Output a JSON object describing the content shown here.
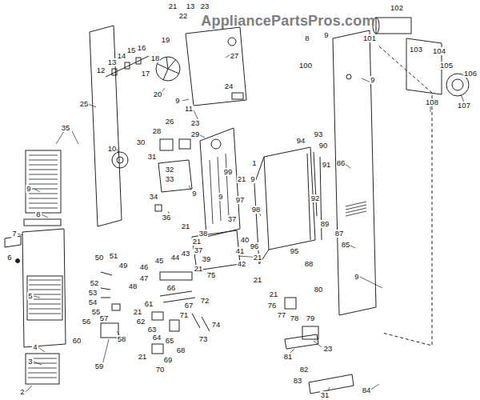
{
  "diagram": {
    "labels": [
      "AppliancePartsPros.com",
      "21",
      "22",
      "13",
      "23",
      "8",
      "9",
      "100",
      "101",
      "102",
      "103",
      "104",
      "105",
      "106",
      "107",
      "108",
      "9",
      "12",
      "13",
      "14",
      "15",
      "16",
      "17",
      "18",
      "19",
      "20",
      "9",
      "27",
      "24",
      "25",
      "10",
      "11",
      "23",
      "26",
      "29",
      "28",
      "30",
      "31",
      "32",
      "33",
      "34",
      "9",
      "36",
      "35",
      "9",
      "8",
      "7",
      "6",
      "5",
      "4",
      "3",
      "2",
      "1",
      "99",
      "21",
      "9",
      "98",
      "9",
      "21",
      "37",
      "38",
      "21",
      "40",
      "37",
      "41",
      "21",
      "39",
      "42",
      "21",
      "43",
      "44",
      "45",
      "46",
      "47",
      "48",
      "49",
      "50",
      "51",
      "52",
      "53",
      "54",
      "55",
      "56",
      "57",
      "58",
      "59",
      "60",
      "21",
      "21",
      "61",
      "62",
      "63",
      "64",
      "65",
      "66",
      "67",
      "68",
      "69",
      "70",
      "71",
      "72",
      "73",
      "74",
      "75",
      "21",
      "21",
      "76",
      "77",
      "78",
      "79",
      "80",
      "23",
      "81",
      "82",
      "83",
      "31",
      "84",
      "9",
      "85",
      "86",
      "87",
      "88",
      "89",
      "90",
      "91",
      "92",
      "93",
      "94",
      "95",
      "96",
      "97"
    ]
  }
}
